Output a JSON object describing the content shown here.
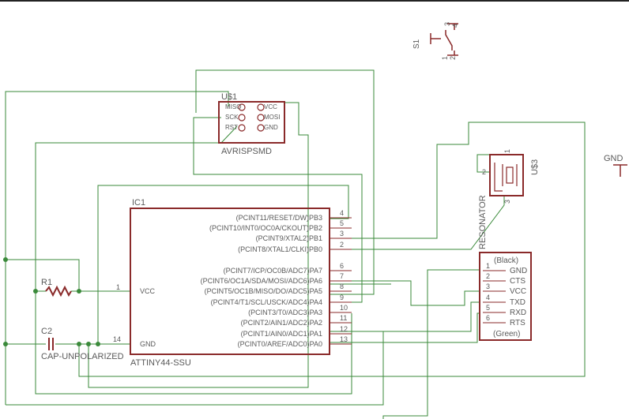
{
  "colors": {
    "wire": "#3a8a3a",
    "part": "#8a2a2a",
    "text": "#5a5a5a",
    "junction": "#3a8a3a",
    "background": "#ffffff"
  },
  "parts": {
    "s1": {
      "name": "S1",
      "pins": [
        "1",
        "2",
        "3",
        "4"
      ]
    },
    "u1": {
      "name": "U$1",
      "value": "AVRISPSMD",
      "pins": {
        "miso": "MISO",
        "vcc": "VCC",
        "sck": "SCK",
        "mosi": "MOSI",
        "rst": "RST",
        "gnd": "GND"
      }
    },
    "u3": {
      "name": "U$3",
      "value": "RESONATOR",
      "pins": [
        "1",
        "2",
        "3"
      ]
    },
    "gnd_symbol": {
      "name": "GND"
    },
    "ic1": {
      "name": "IC1",
      "value": "ATTINY44-SSU",
      "left_pins": [
        {
          "label": "VCC",
          "num": "1"
        },
        {
          "label": "GND",
          "num": "14"
        }
      ],
      "right_pins": [
        {
          "label": "(PCINT11/RESET/DW)PB3",
          "num": "4"
        },
        {
          "label": "(PCINT10/INT0/OC0A/CKOUT)PB2",
          "num": "5"
        },
        {
          "label": "(PCINT9/XTAL2)PB1",
          "num": "3"
        },
        {
          "label": "(PCINT8/XTAL1/CLKI)PB0",
          "num": "2"
        },
        {
          "label": "(PCINT7/ICP/OC0B/ADC7)PA7",
          "num": "6"
        },
        {
          "label": "(PCINT6/OC1A/SDA/MOSI/ADC6)PA6",
          "num": "7"
        },
        {
          "label": "(PCINT5/OC1B/MISO/DO/ADC5)PA5",
          "num": "8"
        },
        {
          "label": "(PCINT4/T1/SCL/USCK/ADC4)PA4",
          "num": "9"
        },
        {
          "label": "(PCINT3/T0/ADC3)PA3",
          "num": "10"
        },
        {
          "label": "(PCINT2/AIN1/ADC2)PA2",
          "num": "11"
        },
        {
          "label": "(PCINT1/AIN0/ADC1)PA1",
          "num": "12"
        },
        {
          "label": "(PCINT0/AREF/ADC0)PA0",
          "num": "13"
        }
      ]
    },
    "r1": {
      "name": "R1"
    },
    "c2": {
      "name": "C2",
      "value": "CAP-UNPOLARIZED"
    },
    "ftdi": {
      "top": "(Black)",
      "bottom": "(Green)",
      "pins": [
        {
          "label": "GND",
          "num": "1"
        },
        {
          "label": "CTS",
          "num": "2"
        },
        {
          "label": "VCC",
          "num": "3"
        },
        {
          "label": "TXD",
          "num": "4"
        },
        {
          "label": "RXD",
          "num": "5"
        },
        {
          "label": "RTS",
          "num": "6"
        }
      ]
    }
  }
}
